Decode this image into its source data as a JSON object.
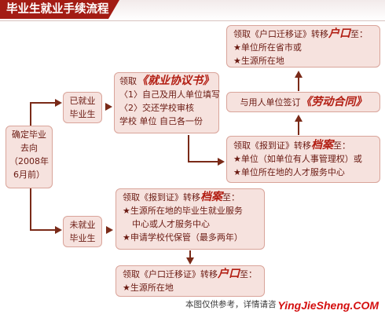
{
  "header": {
    "title": "毕业生就业手续流程"
  },
  "start_box": {
    "lines": [
      "确定毕业",
      "去向",
      "（2008年",
      "6月前）"
    ]
  },
  "employed_box": {
    "lines": [
      "已就业",
      "毕业生"
    ]
  },
  "unemployed_box": {
    "lines": [
      "未就业",
      "毕业生"
    ]
  },
  "agreement_box": {
    "prefix": "领取",
    "emphasis": "《就业协议书》",
    "items": [
      "〈1〉自己及用人单位填写",
      "〈2〉交还学校审核"
    ],
    "footer": "学校  单位  自己各一份"
  },
  "hukou_box_top": {
    "prefix": "领取《户口迁移证》转移",
    "emphasis": "户口",
    "suffix": "至：",
    "items": [
      "★单位所在省市或",
      "★生源所在地"
    ]
  },
  "contract_box": {
    "prefix": "与用人单位签订",
    "emphasis": "《劳动合同》"
  },
  "dispatch_box_employed": {
    "prefix": "领取《报到证》转移",
    "emphasis": "档案",
    "suffix": "至：",
    "items": [
      "★单位（如单位有人事管理权）或",
      "★单位所在地的人才服务中心"
    ]
  },
  "dispatch_box_unemployed": {
    "prefix": "领取《报到证》转移",
    "emphasis": "档案",
    "suffix": "至：",
    "items": [
      "★生源所在地的毕业生就业服务",
      "中心或人才服务中心",
      "★申请学校代保管（最多两年）"
    ]
  },
  "hukou_box_bottom": {
    "prefix": "领取《户口迁移证》转移",
    "emphasis": "户口",
    "suffix": "至：",
    "items": [
      "★生源所在地"
    ]
  },
  "footer": {
    "note": "本图仅供参考，详情请咨询",
    "logo": "YingJieSheng.COM"
  },
  "colors": {
    "title_bg": "#a31c14",
    "box_bg": "#f6e2de",
    "box_border": "#d9a49a",
    "arrow": "#7a2a18",
    "emphasis": "#b21d12"
  }
}
